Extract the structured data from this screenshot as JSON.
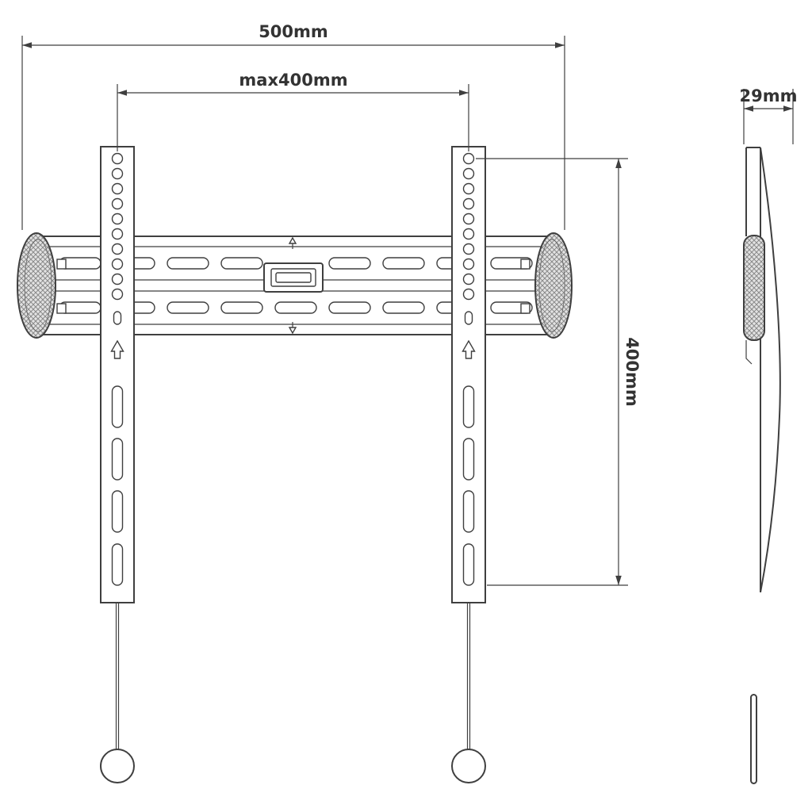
{
  "drawing": {
    "type": "technical-dimension-drawing",
    "subject": "tv-wall-mount-bracket-front-and-side-view",
    "labels": {
      "overall_width": "500mm",
      "vesa_max_width": "max400mm",
      "vesa_height": "400mm",
      "depth": "29mm"
    },
    "colors": {
      "line": "#3f3f3f",
      "text": "#333333",
      "background": "#ffffff",
      "hatch": "#8a8a8a",
      "cap_fill": "#e3e3e3"
    }
  }
}
